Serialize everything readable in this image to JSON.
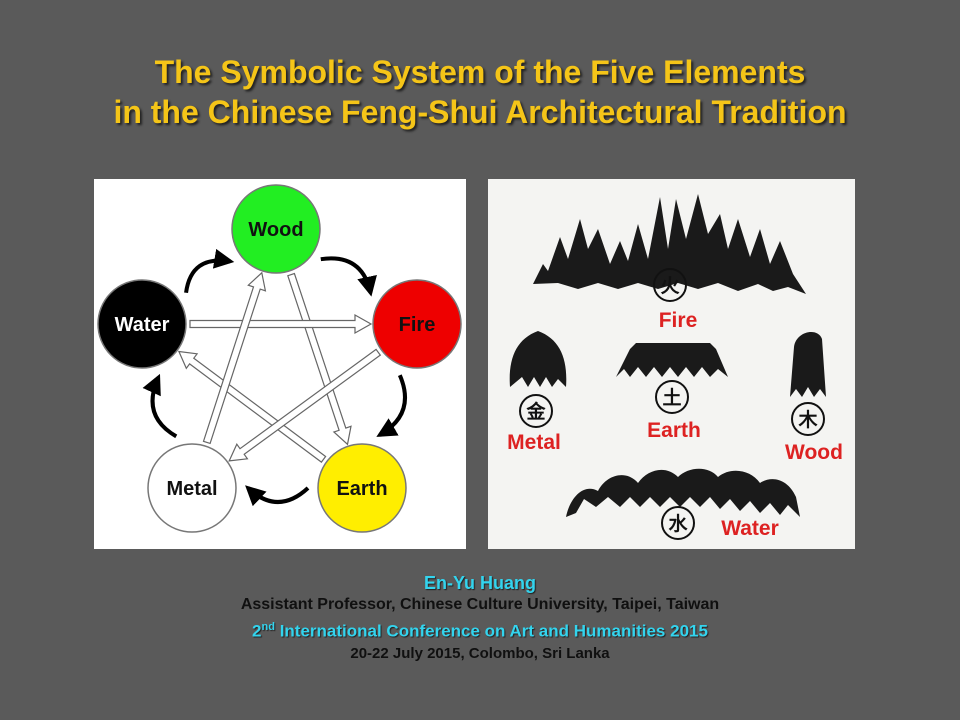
{
  "title": {
    "line1": "The Symbolic System of the Five Elements",
    "line2": "in the Chinese Feng-Shui Architectural Tradition"
  },
  "cycle_diagram": {
    "elements": [
      {
        "key": "wood",
        "label": "Wood",
        "color": "#22ee22",
        "text_color": "#111111"
      },
      {
        "key": "fire",
        "label": "Fire",
        "color": "#ee0000",
        "text_color": "#111111"
      },
      {
        "key": "earth",
        "label": "Earth",
        "color": "#ffee00",
        "text_color": "#111111"
      },
      {
        "key": "metal",
        "label": "Metal",
        "color": "#ffffff",
        "text_color": "#111111"
      },
      {
        "key": "water",
        "label": "Water",
        "color": "#000000",
        "text_color": "#ffffff"
      }
    ]
  },
  "mountain_diagram": {
    "fire": {
      "glyph": "火",
      "label": "Fire"
    },
    "earth": {
      "glyph": "土",
      "label": "Earth"
    },
    "metal": {
      "glyph": "金",
      "label": "Metal"
    },
    "wood": {
      "glyph": "木",
      "label": "Wood"
    },
    "water": {
      "glyph": "水",
      "label": "Water"
    },
    "label_color": "#dd2222"
  },
  "footer": {
    "author": "En-Yu Huang",
    "affiliation": "Assistant Professor, Chinese Culture University, Taipei, Taiwan",
    "conference_number": "2",
    "conference_suffix": "nd",
    "conference_rest": " International Conference on Art and Humanities 2015",
    "date_location": "20-22 July 2015, Colombo, Sri Lanka"
  }
}
